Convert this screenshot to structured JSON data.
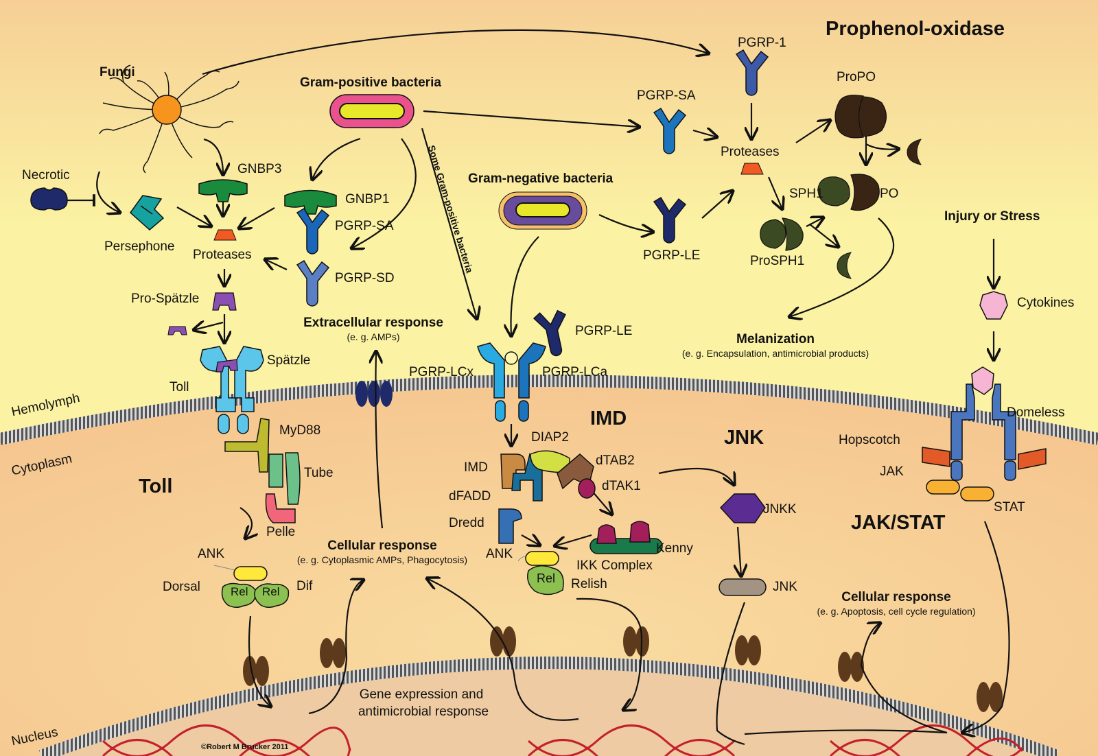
{
  "colors": {
    "bg_top": "#fbf2a3",
    "bg_mid": "#f6cf96",
    "cytoplasm": "#f5c48e",
    "nucleus": "#eecba3",
    "membrane": "#6e6e6e",
    "pore": "#5e3a1c",
    "dna": "#c4202c",
    "rel": "#8cc152",
    "ankyrin": "#ffe83a"
  },
  "pathways": {
    "prophenol": "Prophenol-oxidase",
    "toll": "Toll",
    "imd": "IMD",
    "jnk": "JNK",
    "jakstat": "JAK/STAT"
  },
  "compartments": {
    "hemolymph": "Hemolymph",
    "cytoplasm": "Cytoplasm",
    "nucleus": "Nucleus"
  },
  "pathogens": {
    "fungi": "Fungi",
    "gram_pos": "Gram-positive bacteria",
    "gram_neg": "Gram-negative bacteria",
    "some_gram_pos": "Some Gram-positive bacteria",
    "necrotic": "Necrotic",
    "injury": "Injury or Stress"
  },
  "toll": {
    "gnbp3": "GNBP3",
    "gnbp1": "GNBP1",
    "pgrp_sa": "PGRP-SA",
    "pgrp_sd": "PGRP-SD",
    "persephone": "Persephone",
    "proteases": "Proteases",
    "pro_spatzle": "Pro-Spätzle",
    "spatzle": "Spätzle",
    "toll_receptor": "Toll",
    "myd88": "MyD88",
    "tube": "Tube",
    "pelle": "Pelle",
    "ank": "ANK",
    "dorsal": "Dorsal",
    "dif": "Dif",
    "rel": "Rel"
  },
  "responses": {
    "extracellular": "Extracellular response",
    "extracellular_eg": "(e. g. AMPs)",
    "cellular": "Cellular response",
    "cellular_eg": "(e. g. Cytoplasmic AMPs, Phagocytosis)",
    "cellular2": "Cellular response",
    "cellular2_eg": "(e. g. Apoptosis, cell cycle regulation)",
    "melanization": "Melanization",
    "melanization_eg": "(e. g. Encapsulation, antimicrobial products)",
    "gene_expr_1": "Gene expression and",
    "gene_expr_2": "antimicrobial response"
  },
  "imd": {
    "pgrp_le_top": "PGRP-LE",
    "pgrp_lcx": "PGRP-LCx",
    "pgrp_lca": "PGRP-LCa",
    "pgrp_le": "PGRP-LE",
    "imd": "IMD",
    "diap2": "DIAP2",
    "dtab2": "dTAB2",
    "dtak1": "dTAK1",
    "dfadd": "dFADD",
    "dredd": "Dredd",
    "ank": "ANK",
    "rel": "Rel",
    "relish": "Relish",
    "kenny": "Kenny",
    "ikk": "IKK Complex"
  },
  "propo": {
    "pgrp1": "PGRP-1",
    "pgrp_sa": "PGRP-SA",
    "proteases": "Proteases",
    "propo": "ProPO",
    "sph1": "SPH1",
    "po": "PO",
    "prosph1": "ProSPH1"
  },
  "jnk": {
    "jnkk": "JNKK",
    "jnk": "JNK"
  },
  "jakstat": {
    "cytokines": "Cytokines",
    "domeless": "Domeless",
    "hopscotch": "Hopscotch",
    "jak": "JAK",
    "stat": "STAT"
  },
  "credit": "©Robert M Brucker 2011"
}
